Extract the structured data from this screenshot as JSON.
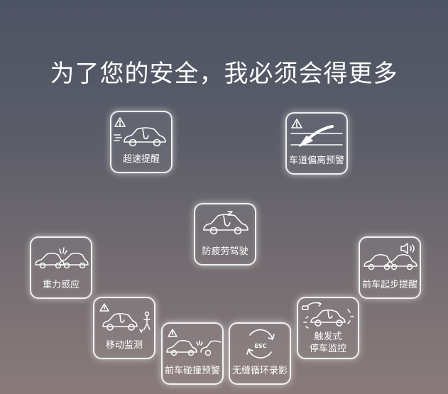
{
  "title": "为了您的安全，我必须会得更多",
  "features": [
    {
      "id": "speed",
      "label": "超速提醒",
      "icon": "speed-warning-icon"
    },
    {
      "id": "lane",
      "label": "车道偏离预警",
      "icon": "lane-departure-icon"
    },
    {
      "id": "fatigue",
      "label": "防疲劳驾驶",
      "icon": "fatigue-driving-icon"
    },
    {
      "id": "gravity",
      "label": "重力感应",
      "icon": "gravity-sensor-icon"
    },
    {
      "id": "start",
      "label": "前车起步提醒",
      "icon": "front-car-start-icon"
    },
    {
      "id": "motion",
      "label": "移动监测",
      "icon": "motion-detection-icon"
    },
    {
      "id": "parking",
      "label_line1": "触发式",
      "label_line2": "停车监控",
      "icon": "parking-monitor-icon"
    },
    {
      "id": "collision",
      "label": "前车碰撞预警",
      "icon": "collision-warning-icon"
    },
    {
      "id": "loop",
      "label": "无缝循环录影",
      "icon": "loop-recording-icon",
      "badge": "ESC"
    }
  ]
}
